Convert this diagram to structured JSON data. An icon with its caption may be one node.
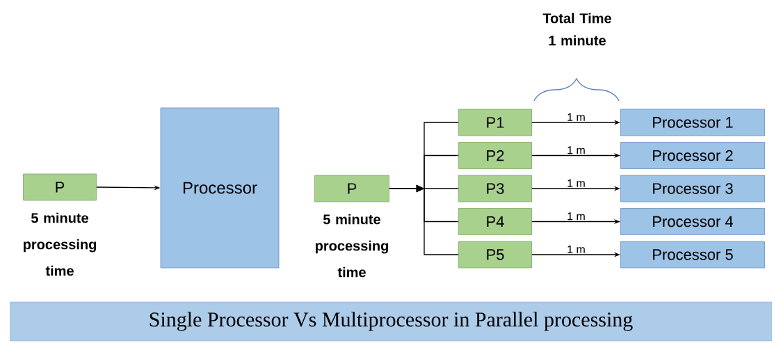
{
  "diagram": {
    "caption": "Single Processor Vs Multiprocessor in Parallel processing",
    "nodes": [
      {
        "text": [
          "P"
        ],
        "beside": [
          "5 minute processing time"
        ]
      },
      {
        "text": [
          "Processor"
        ]
      },
      {
        "text": [
          "P"
        ],
        "beside": [
          "5 minute processing time"
        ]
      },
      {
        "text": [
          "P1"
        ]
      },
      {
        "text": [
          "P2"
        ]
      },
      {
        "text": [
          "P3"
        ]
      },
      {
        "text": [
          "P4"
        ]
      },
      {
        "text": [
          "P5"
        ]
      },
      {
        "text": [
          "Processor 1"
        ]
      },
      {
        "text": [
          "Processor 2"
        ]
      },
      {
        "text": [
          "Processor 3"
        ]
      },
      {
        "text": [
          "Processor 4"
        ]
      },
      {
        "text": [
          "Processor 5"
        ]
      }
    ],
    "edges": [
      {
        "from": 0,
        "to": 1,
        "arrow": "to"
      },
      {
        "from": 2,
        "to": 3,
        "arrow": "to"
      },
      {
        "from": 2,
        "to": 4,
        "arrow": "to"
      },
      {
        "from": 2,
        "to": 5,
        "arrow": "to"
      },
      {
        "from": 2,
        "to": 6,
        "arrow": "to"
      },
      {
        "from": 2,
        "to": 7,
        "arrow": "to"
      },
      {
        "from": 3,
        "to": 8,
        "arrow": "to",
        "label": "1 m"
      },
      {
        "from": 4,
        "to": 9,
        "arrow": "to",
        "label": "1 m"
      },
      {
        "from": 5,
        "to": 10,
        "arrow": "to",
        "label": "1 m"
      },
      {
        "from": 6,
        "to": 11,
        "arrow": "to",
        "label": "1 m"
      },
      {
        "from": 7,
        "to": 12,
        "arrow": "to",
        "label": "1 m"
      }
    ],
    "labels": [
      "Total Time 1 minute"
    ]
  }
}
